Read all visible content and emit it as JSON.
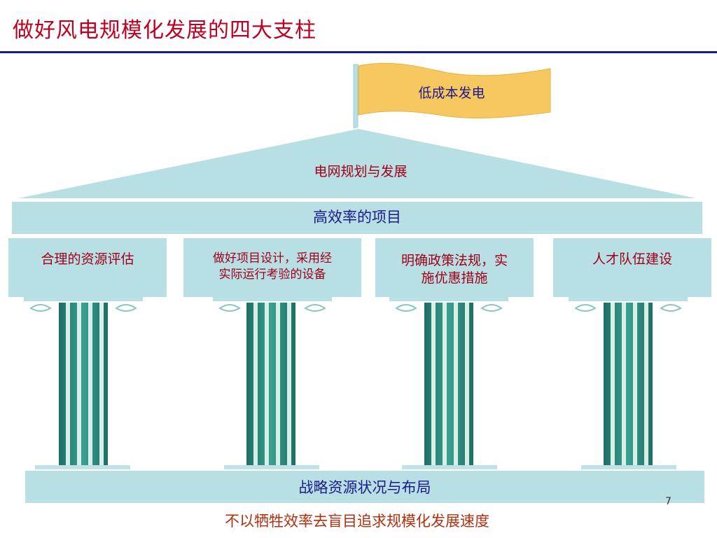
{
  "title": "做好风电规模化发展的四大支柱",
  "flag": {
    "label": "低成本发电"
  },
  "roof": {
    "label": "电网规划与发展"
  },
  "beam": {
    "label": "高效率的项目"
  },
  "pillars": [
    {
      "lines": [
        "合理的资源评估"
      ]
    },
    {
      "lines": [
        "做好项目设计，采用经",
        "实际运行考验的设备"
      ]
    },
    {
      "lines": [
        "明确政策法规，实",
        "施优惠措施"
      ]
    },
    {
      "lines": [
        "人才队伍建设"
      ]
    }
  ],
  "base": {
    "label": "战略资源状况与布局"
  },
  "footer": {
    "text": "不以牺牲效率去盲目追求规模化发展速度"
  },
  "page_number": "7",
  "colors": {
    "title": "#c00020",
    "rule": "#1a1a8c",
    "panel": "#b8dfe3",
    "flag": "#f8c860",
    "column": "#2e8a7e"
  }
}
